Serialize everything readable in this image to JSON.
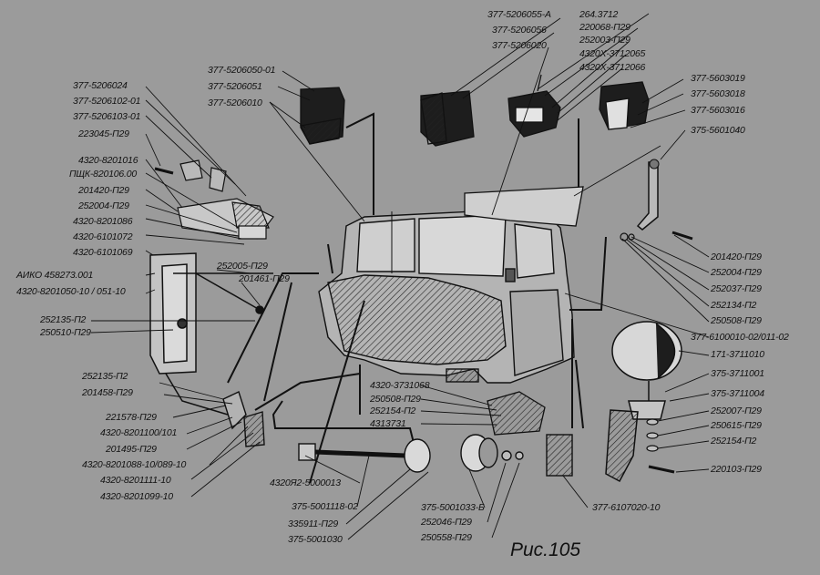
{
  "figure_caption": "Рис.105",
  "labels": {
    "l_377_5206055_a": "377-5206055-А",
    "l_264_3712": "264.3712",
    "l_377_5206056": "377-5206056",
    "l_220068_p29": "220068-П29",
    "l_377_5206020": "377-5206020",
    "l_252003_p29": "252003-П29",
    "l_4320kh_3712065": "4320Х-3712065",
    "l_4320kh_3712066": "4320Х-3712066",
    "l_377_5206050_01": "377-5206050-01",
    "l_377_5206051": "377-5206051",
    "l_377_5206010": "377-5206010",
    "l_377_5603019": "377-5603019",
    "l_377_5603018": "377-5603018",
    "l_377_5603016": "377-5603016",
    "l_375_5601040": "375-5601040",
    "l_377_5206024": "377-5206024",
    "l_377_5206102_01": "377-5206102-01",
    "l_377_5206103_01": "377-5206103-01",
    "l_223045_p29": "223045-П29",
    "l_4320_8201016": "4320-8201016",
    "l_pshchk_820106": "ПЩК-820106.00",
    "l_201420_p29_left": "201420-П29",
    "l_252004_p29_left": "252004-П29",
    "l_4320_8201086": "4320-8201086",
    "l_4320_6101072": "4320-6101072",
    "l_4320_6101069": "4320-6101069",
    "l_252005_p29": "252005-П29",
    "l_201461_p29": "201461-П29",
    "l_aiko": "АИКО 458273.001",
    "l_4320_8201050": "4320-8201050-10 / 051-10",
    "l_252135_p2_a": "252135-П2",
    "l_250510_p29": "250510-П29",
    "l_201420_p29_right": "201420-П29",
    "l_252004_p29_right": "252004-П29",
    "l_252037_p29": "252037-П29",
    "l_252134_p2": "252134-П2",
    "l_250508_p29_right": "250508-П29",
    "l_377_6100010": "377-6100010-02/011-02",
    "l_171_3711010": "171-3711010",
    "l_375_3711001": "375-3711001",
    "l_375_3711004": "375-3711004",
    "l_252007_p29": "252007-П29",
    "l_250615_p29": "250615-П29",
    "l_252154_p2_right": "252154-П2",
    "l_220103_p29": "220103-П29",
    "l_252135_p2_b": "252135-П2",
    "l_201458_p29": "201458-П29",
    "l_221578_p29": "221578-П29",
    "l_4320_8201100": "4320-8201100/101",
    "l_201495_p29": "201495-П29",
    "l_4320_8201088": "4320-8201088-10/089-10",
    "l_4320_8201111": "4320-8201111-10",
    "l_4320_8201099": "4320-8201099-10",
    "l_4320_3731068": "4320-3731068",
    "l_250508_p29_mid": "250508-П29",
    "l_252154_p2_mid": "252154-П2",
    "l_4313731": "4313731",
    "l_4320r2_5000013": "4320Я2-5000013",
    "l_375_5001118_02": "375-5001118-02",
    "l_335911_p29": "335911-П29",
    "l_375_5001030": "375-5001030",
    "l_375_5001033_b": "375-5001033-Б",
    "l_252046_p29": "252046-П29",
    "l_250558_p29": "250558-П29",
    "l_377_6107020_10": "377-6107020-10"
  }
}
